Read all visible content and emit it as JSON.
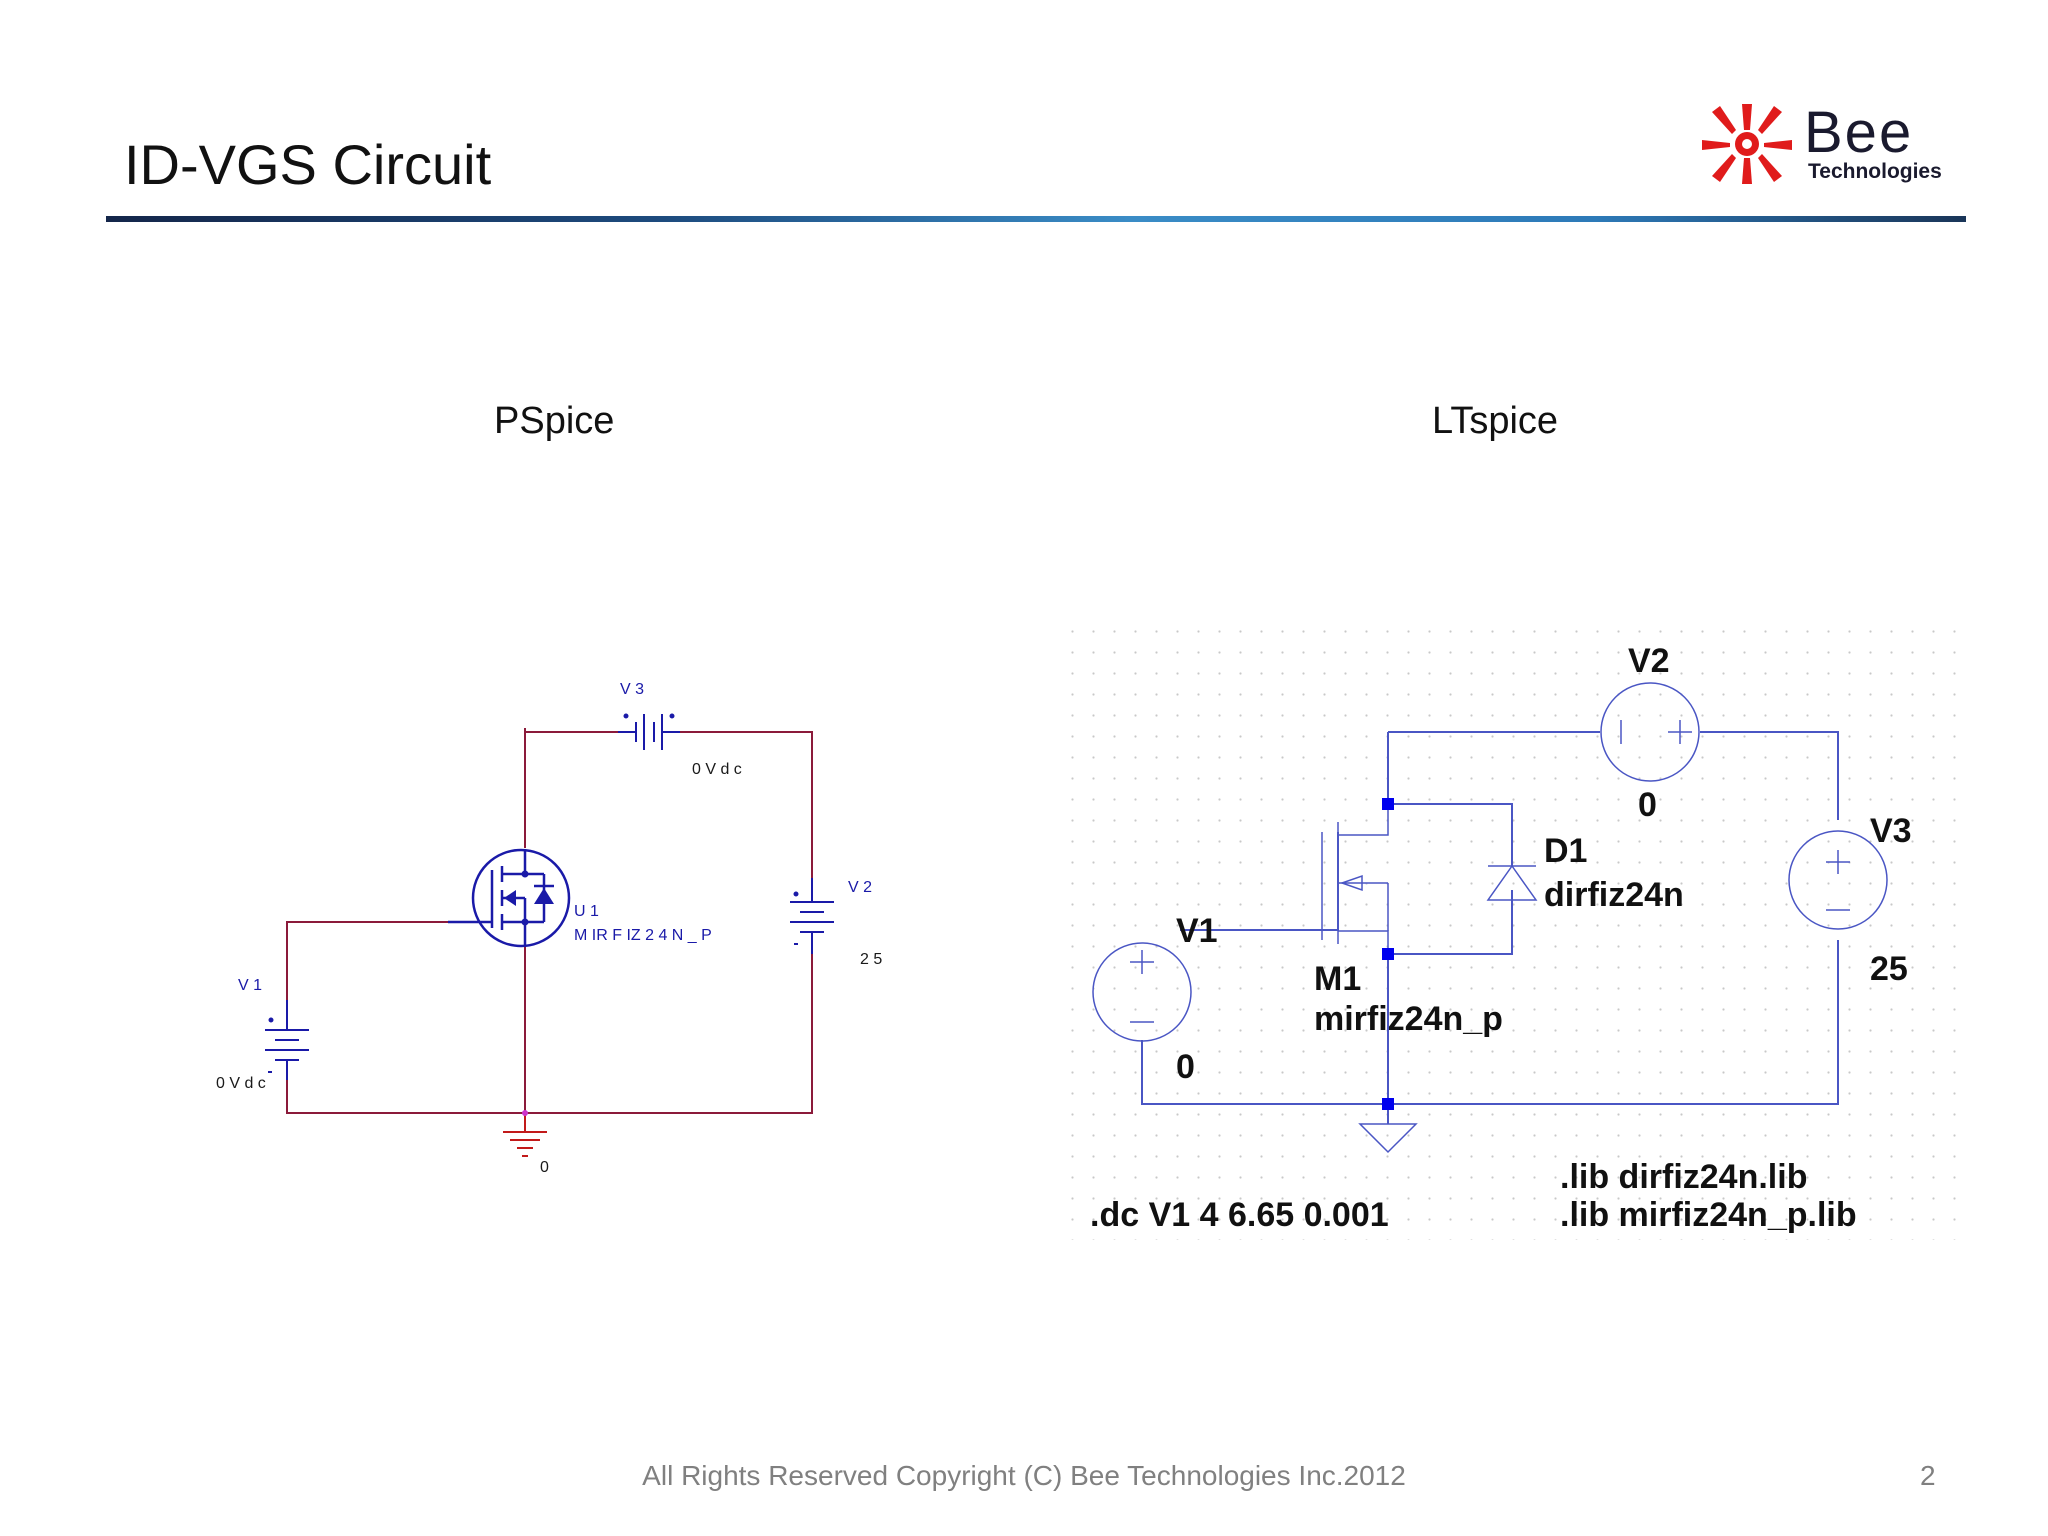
{
  "slide": {
    "title": "ID-VGS Circuit",
    "footer": "All Rights Reserved Copyright (C) Bee Technologies Inc.2012",
    "page_number": "2"
  },
  "logo": {
    "brand": "Bee",
    "tagline": "Technologies",
    "colors": {
      "brand": "#1a1a2e",
      "starburst": "#e01b1b"
    }
  },
  "sections": {
    "pspice": "PSpice",
    "ltspice": "LTspice"
  },
  "pspice": {
    "wire_color": "#8b1a3a",
    "part_color": "#1a1aa8",
    "v3": {
      "name": "V 3",
      "value": "0 V d c"
    },
    "v2": {
      "name": "V 2",
      "value": "2 5"
    },
    "v1": {
      "name": "V 1",
      "value": "0 V d c"
    },
    "u1": {
      "name": "U 1",
      "model": "M IR F IZ 2 4 N _ P"
    },
    "ground": "0"
  },
  "ltspice": {
    "wire_color": "#4a56c4",
    "grid_color": "#c8c8c8",
    "v2": {
      "name": "V2",
      "value": "0"
    },
    "v3": {
      "name": "V3",
      "value": "25"
    },
    "v1": {
      "name": "V1",
      "value": "0"
    },
    "d1": {
      "name": "D1",
      "model": "dirfiz24n"
    },
    "m1": {
      "name": "M1",
      "model": "mirfiz24n_p"
    },
    "directive_dc": ".dc V1 4 6.65 0.001",
    "directive_lib1": ".lib dirfiz24n.lib",
    "directive_lib2": ".lib mirfiz24n_p.lib"
  }
}
